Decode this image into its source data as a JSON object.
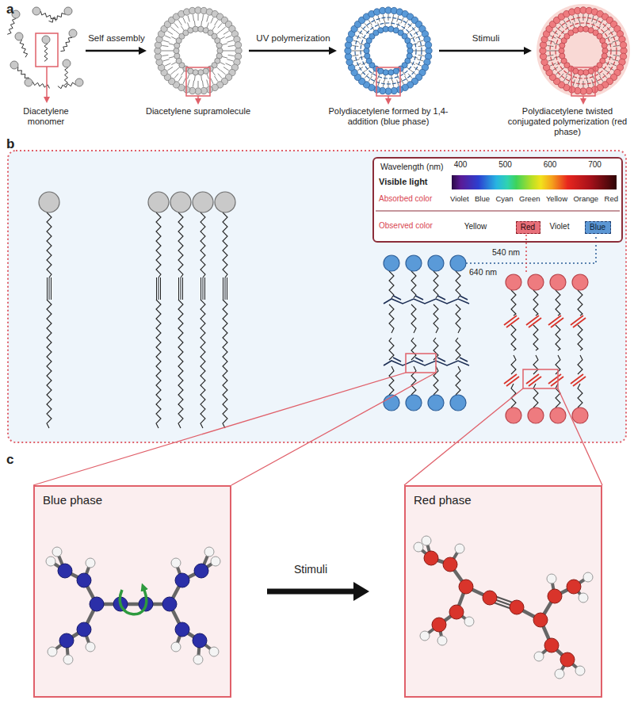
{
  "diagram": {
    "nodes": [
      {
        "text": [
          "Wavelength (nm)"
        ]
      },
      {
        "text": [
          "Red"
        ],
        "in": 0
      },
      {
        "text": [
          "Blue"
        ],
        "in": 0
      },
      {
        "text": [
          "Blue phase"
        ]
      },
      {
        "text": [
          "Red phase"
        ]
      }
    ],
    "edges": [
      {
        "from": 3,
        "to": 4,
        "arrow": "to",
        "label": "Stimuli"
      }
    ],
    "labels": [
      "a",
      "Self assembly",
      "UV polymerization",
      "Stimuli",
      "Diacetylene monomer",
      "Diacetylene supramolecule",
      "Polydiacetylene formed by 1,4-addition (blue phase)",
      "Polydiacetylene twisted conjugated polymerization (red phase)",
      "b",
      "400",
      "500",
      "600",
      "700",
      "Visible light",
      "Absorbed color",
      "Violet",
      "Blue",
      "Cyan",
      "Green",
      "Yellow",
      "Orange",
      "Red",
      "Observed color",
      "Yellow",
      "Violet",
      "640 nm",
      "540 nm",
      "c"
    ]
  }
}
